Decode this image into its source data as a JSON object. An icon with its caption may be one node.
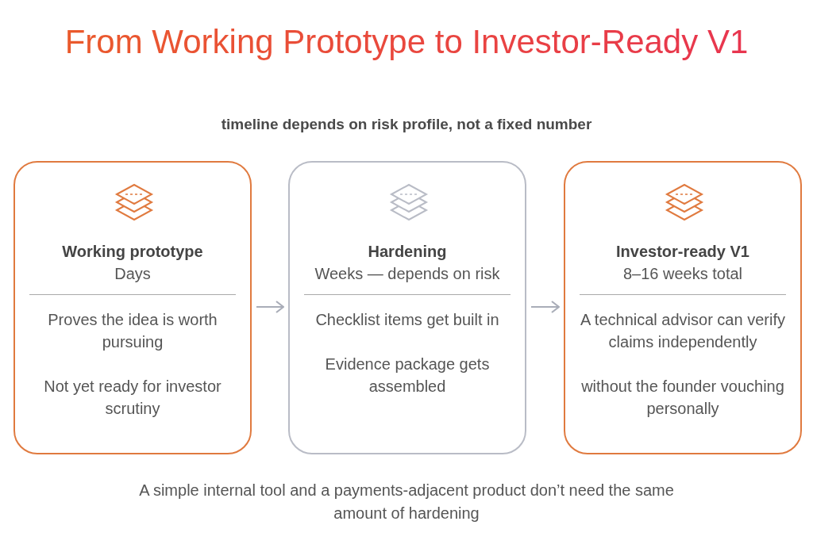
{
  "diagram": {
    "title": "From Working Prototype to Investor-Ready V1",
    "caption": "A simple internal tool and a payments-adjacent product don’t need the same amount of hardening",
    "labels": [
      "timeline depends on risk profile, not a fixed number"
    ],
    "nodes": [
      {
        "text": [
          "Working prototype",
          "Days",
          "Proves the idea is worth pursuing",
          "Not yet ready for investor scrutiny"
        ]
      },
      {
        "text": [
          "Hardening",
          "Weeks — depends on risk",
          "Checklist items get built in",
          "Evidence package gets assembled"
        ]
      },
      {
        "text": [
          "Investor-ready V1",
          "8–16 weeks total",
          "A technical advisor can verify claims independently",
          "without the founder vouching personally"
        ]
      }
    ],
    "edges": [
      {
        "from": 0,
        "to": 1,
        "arrow": "to"
      },
      {
        "from": 1,
        "to": 2,
        "arrow": "to"
      }
    ]
  }
}
